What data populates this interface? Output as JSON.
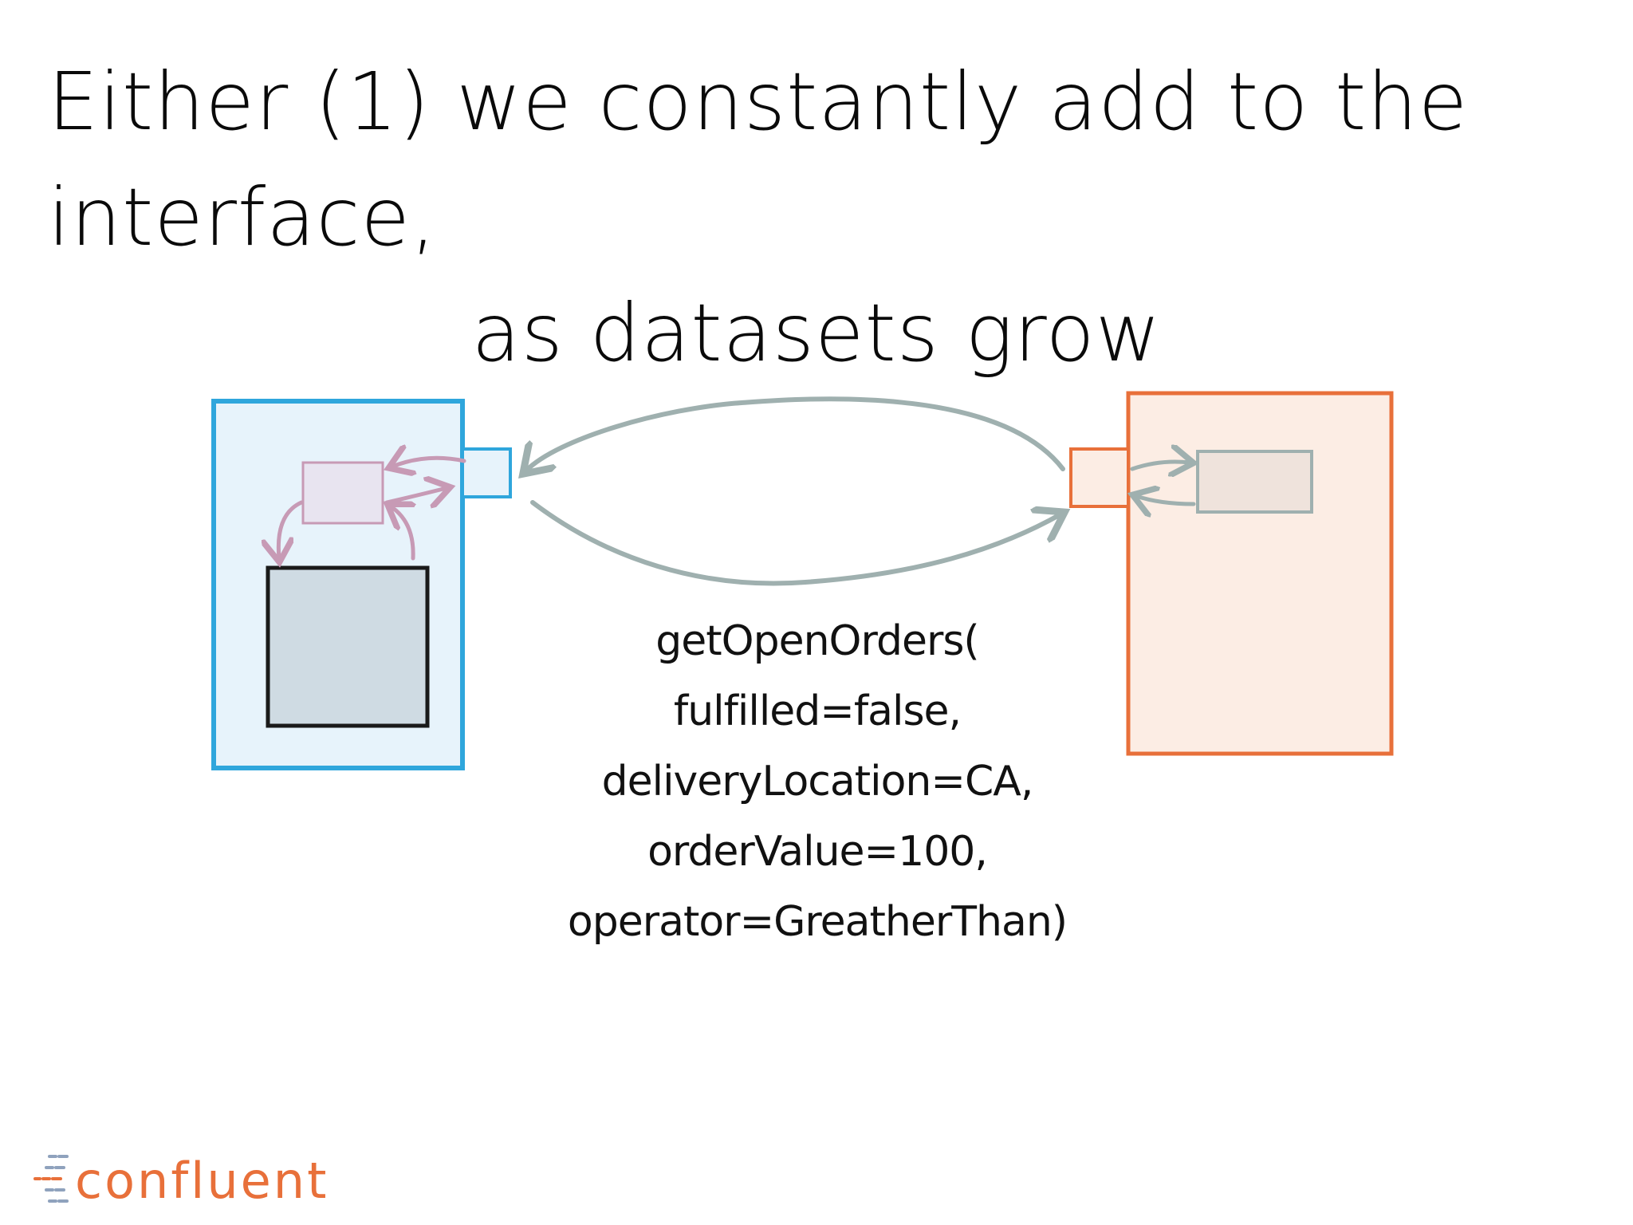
{
  "title": {
    "line1": "Either (1) we constantly add to the interface,",
    "line2": "as datasets grow"
  },
  "call": {
    "lines": [
      "getOpenOrders(",
      "fulfilled=false,",
      "deliveryLocation=CA,",
      "orderValue=100,",
      "operator=GreatherThan)"
    ]
  },
  "logo": {
    "text": "confluent"
  },
  "colors": {
    "left_service_border": "#2fa6dc",
    "left_service_fill": "#e7f3fb",
    "right_service_border": "#e8703a",
    "right_service_fill": "#fcede4",
    "pink": "#c79ab5",
    "gray_arrow": "#9fb0af",
    "db_fill": "#cfdbe3",
    "brand": "#e8703a"
  },
  "icons": {
    "logo_mark": "confluent-logo-icon"
  }
}
